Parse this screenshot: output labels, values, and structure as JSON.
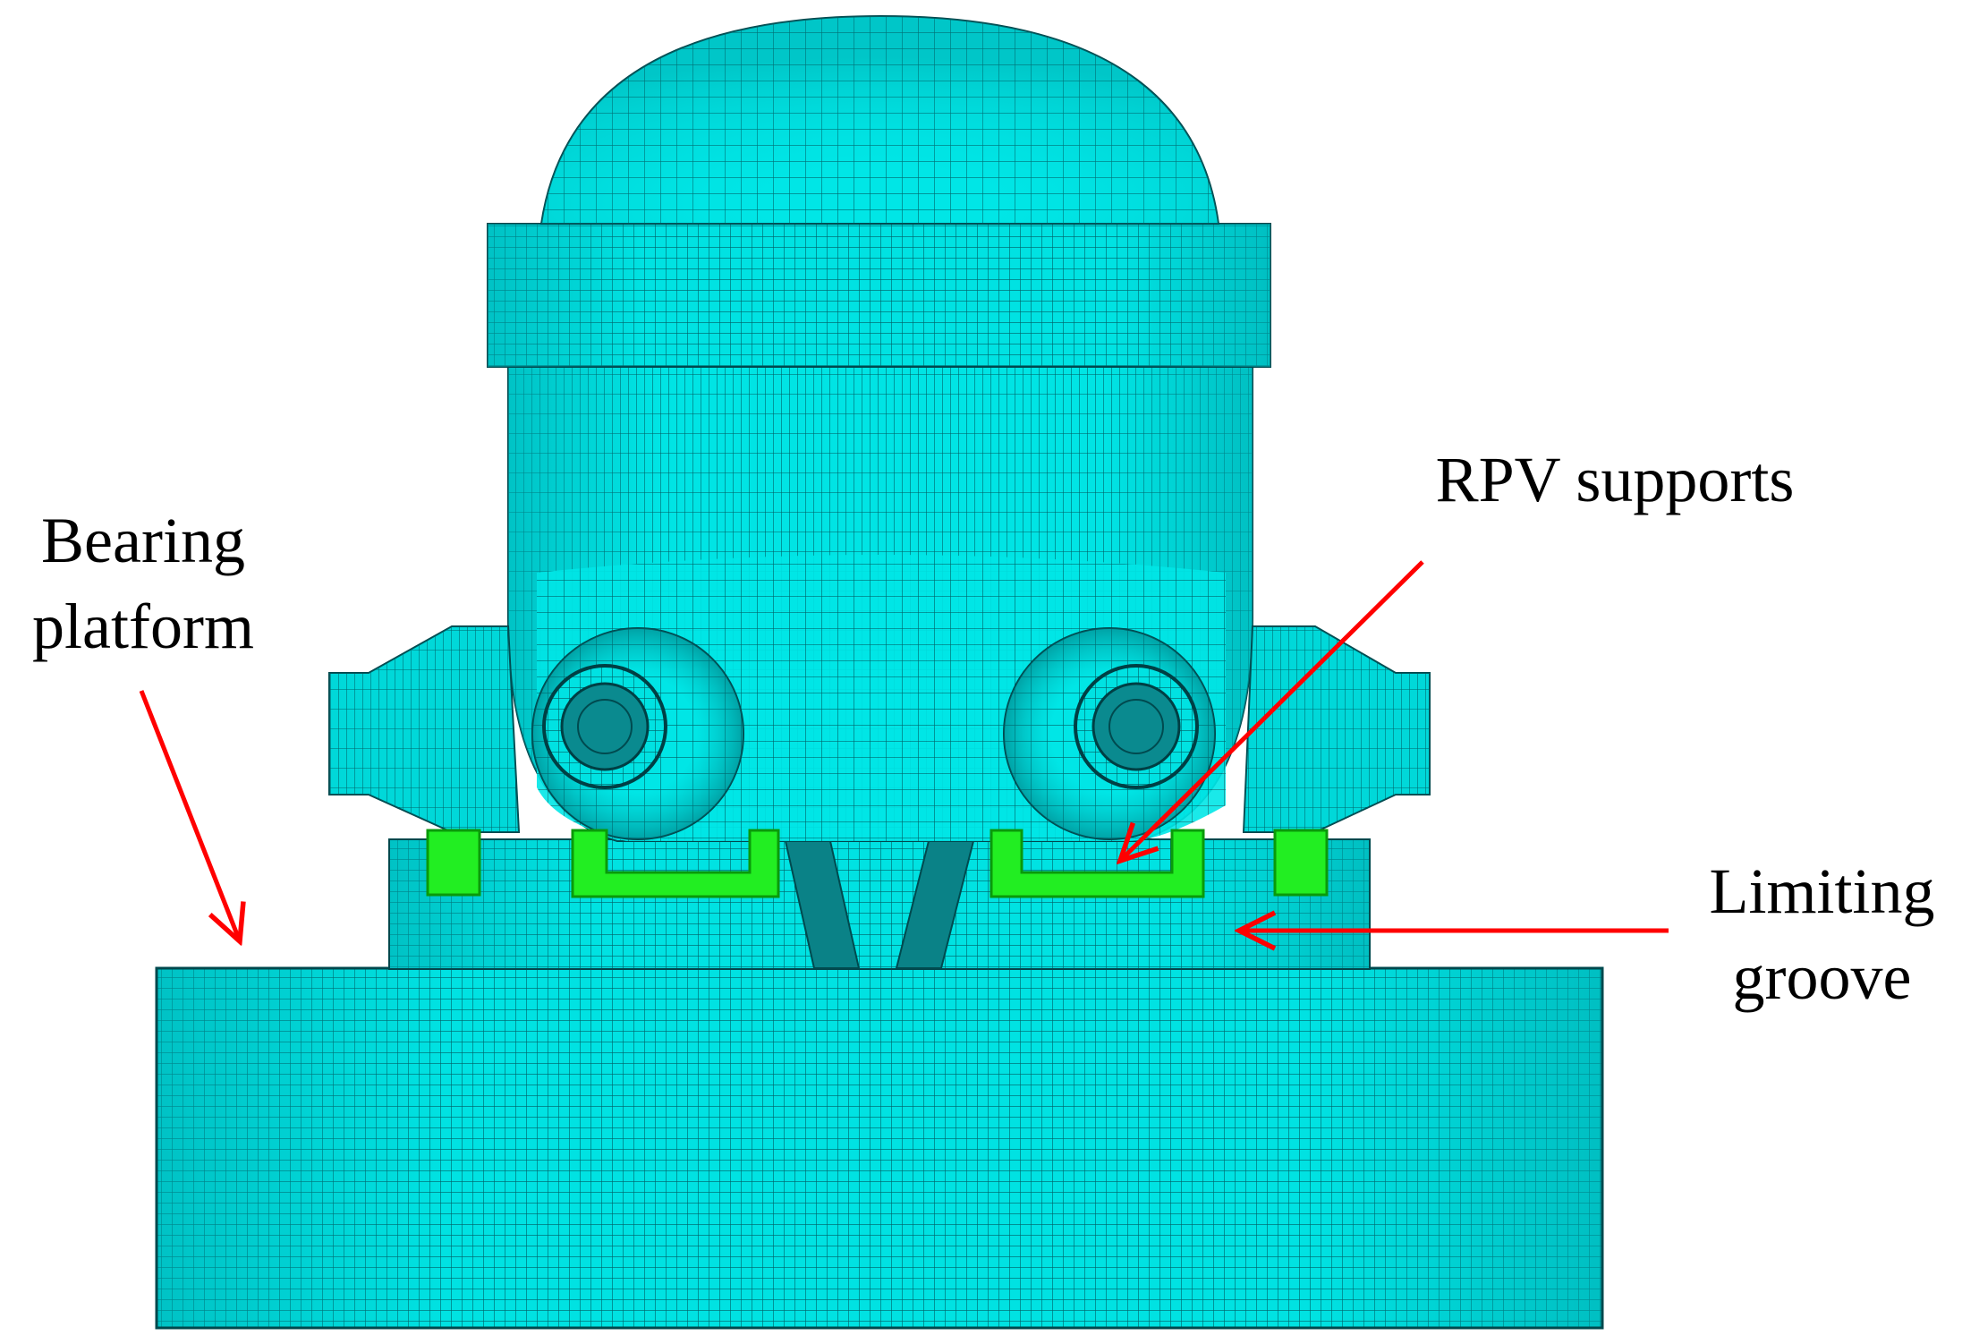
{
  "labels": {
    "bearing_platform": [
      "Bearing",
      "platform"
    ],
    "rpv_supports": "RPV supports",
    "limiting_groove": [
      "Limiting",
      "groove"
    ]
  },
  "colors": {
    "mesh_fill": "#00e0e0",
    "mesh_fill_shade": "#00b8bd",
    "mesh_line": "#005a60",
    "support_green": "#22ee22",
    "arrow_red": "#ff0000",
    "text": "#000000"
  }
}
